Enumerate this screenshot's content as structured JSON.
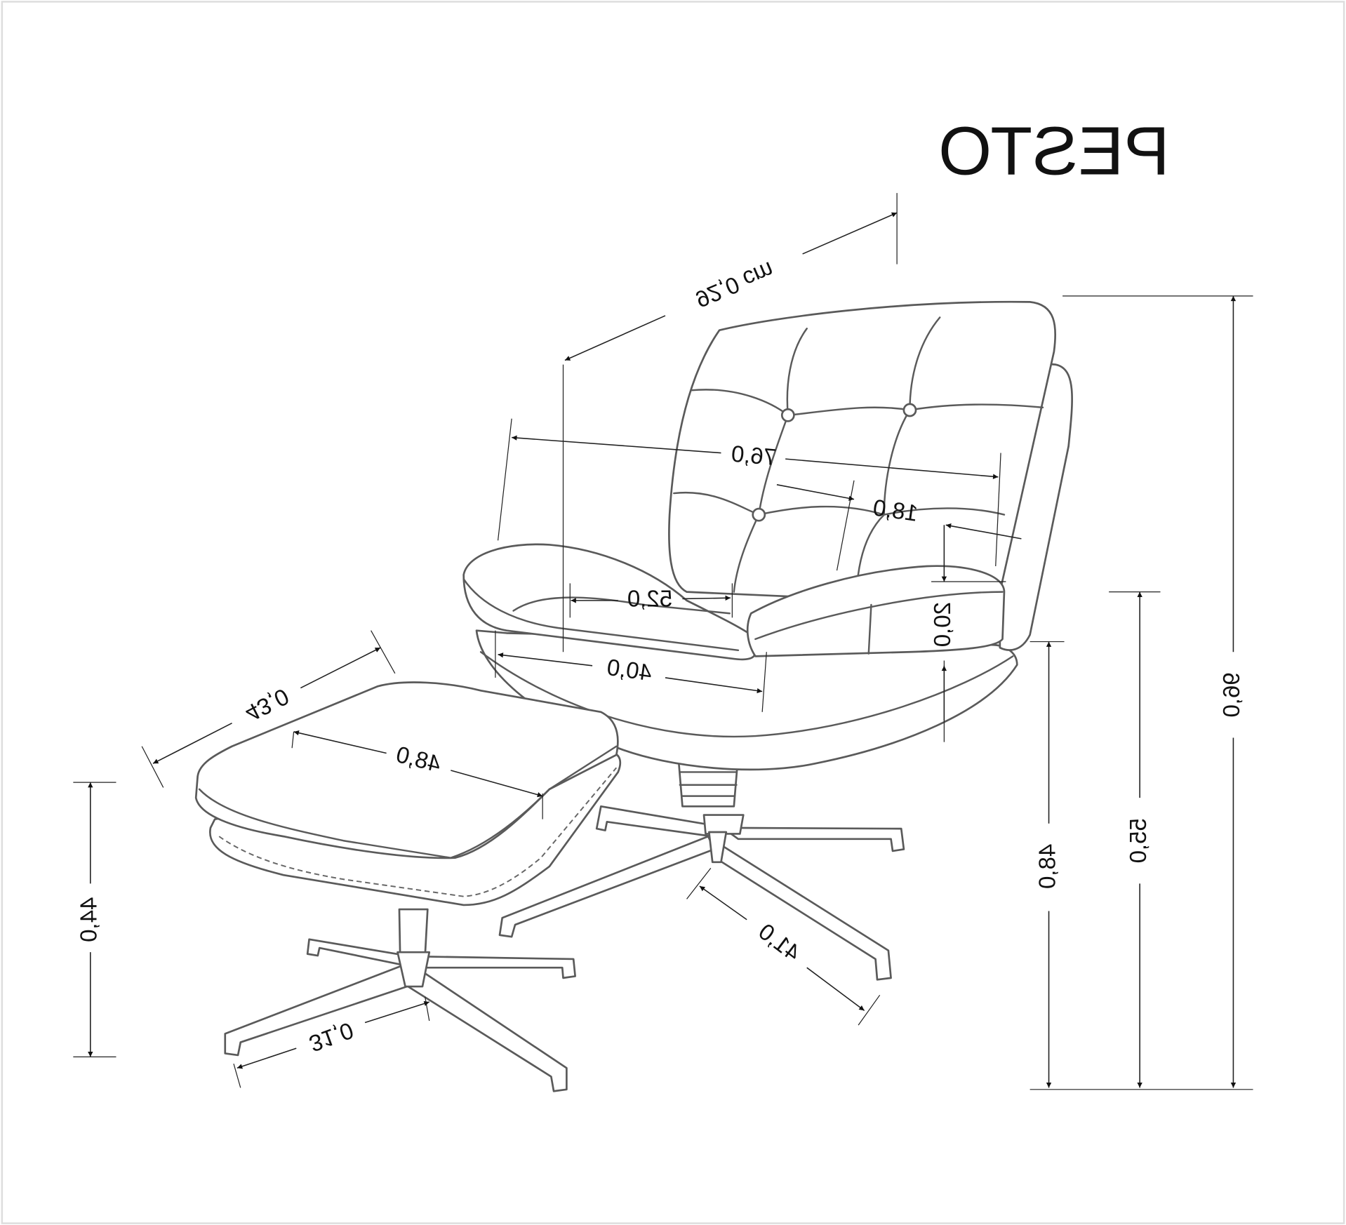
{
  "title": "PESTO",
  "colors": {
    "line": "#5a5a5a",
    "dimension": "#222222",
    "background": "#ffffff"
  },
  "dimensions": {
    "depth_total": "92,0 cm",
    "width_total": "76,0",
    "armrest_width": "18,0",
    "seat_width": "52,0",
    "armrest_height": "20,0",
    "seat_depth": "40,0",
    "ottoman_depth": "43,0",
    "ottoman_width": "48,0",
    "ottoman_height": "44,0",
    "chair_base_radius": "41,0",
    "ottoman_base_radius": "31,0",
    "seat_height": "48,0",
    "armrest_top_height": "55,0",
    "total_height": "96,0"
  }
}
